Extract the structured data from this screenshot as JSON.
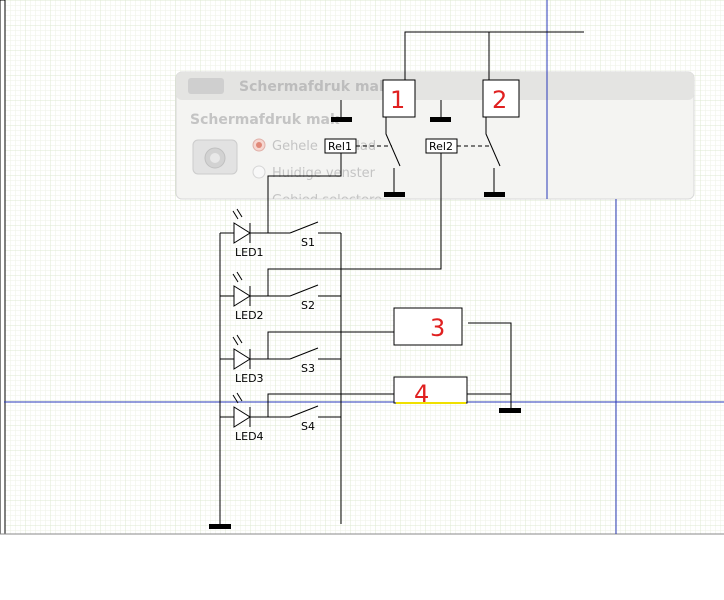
{
  "dialog": {
    "title": "Schermafdruk mak",
    "heading": "Schermafdruk mak",
    "options": [
      "Gehele",
      "Huidige venster",
      "Gebied selectere"
    ],
    "extra_text": "blad"
  },
  "relays": [
    {
      "label": "Rel1",
      "number": "1"
    },
    {
      "label": "Rel2",
      "number": "2"
    }
  ],
  "loads": [
    {
      "number": "3"
    },
    {
      "number": "4"
    }
  ],
  "rows": [
    {
      "led": "LED1",
      "switch": "S1"
    },
    {
      "led": "LED2",
      "switch": "S2"
    },
    {
      "led": "LED3",
      "switch": "S3"
    },
    {
      "led": "LED4",
      "switch": "S4"
    }
  ],
  "colors": {
    "grid": "#dde8d0",
    "guide": "#2838b8",
    "handwriting": "#e02020",
    "highlight": "#f0e000"
  }
}
